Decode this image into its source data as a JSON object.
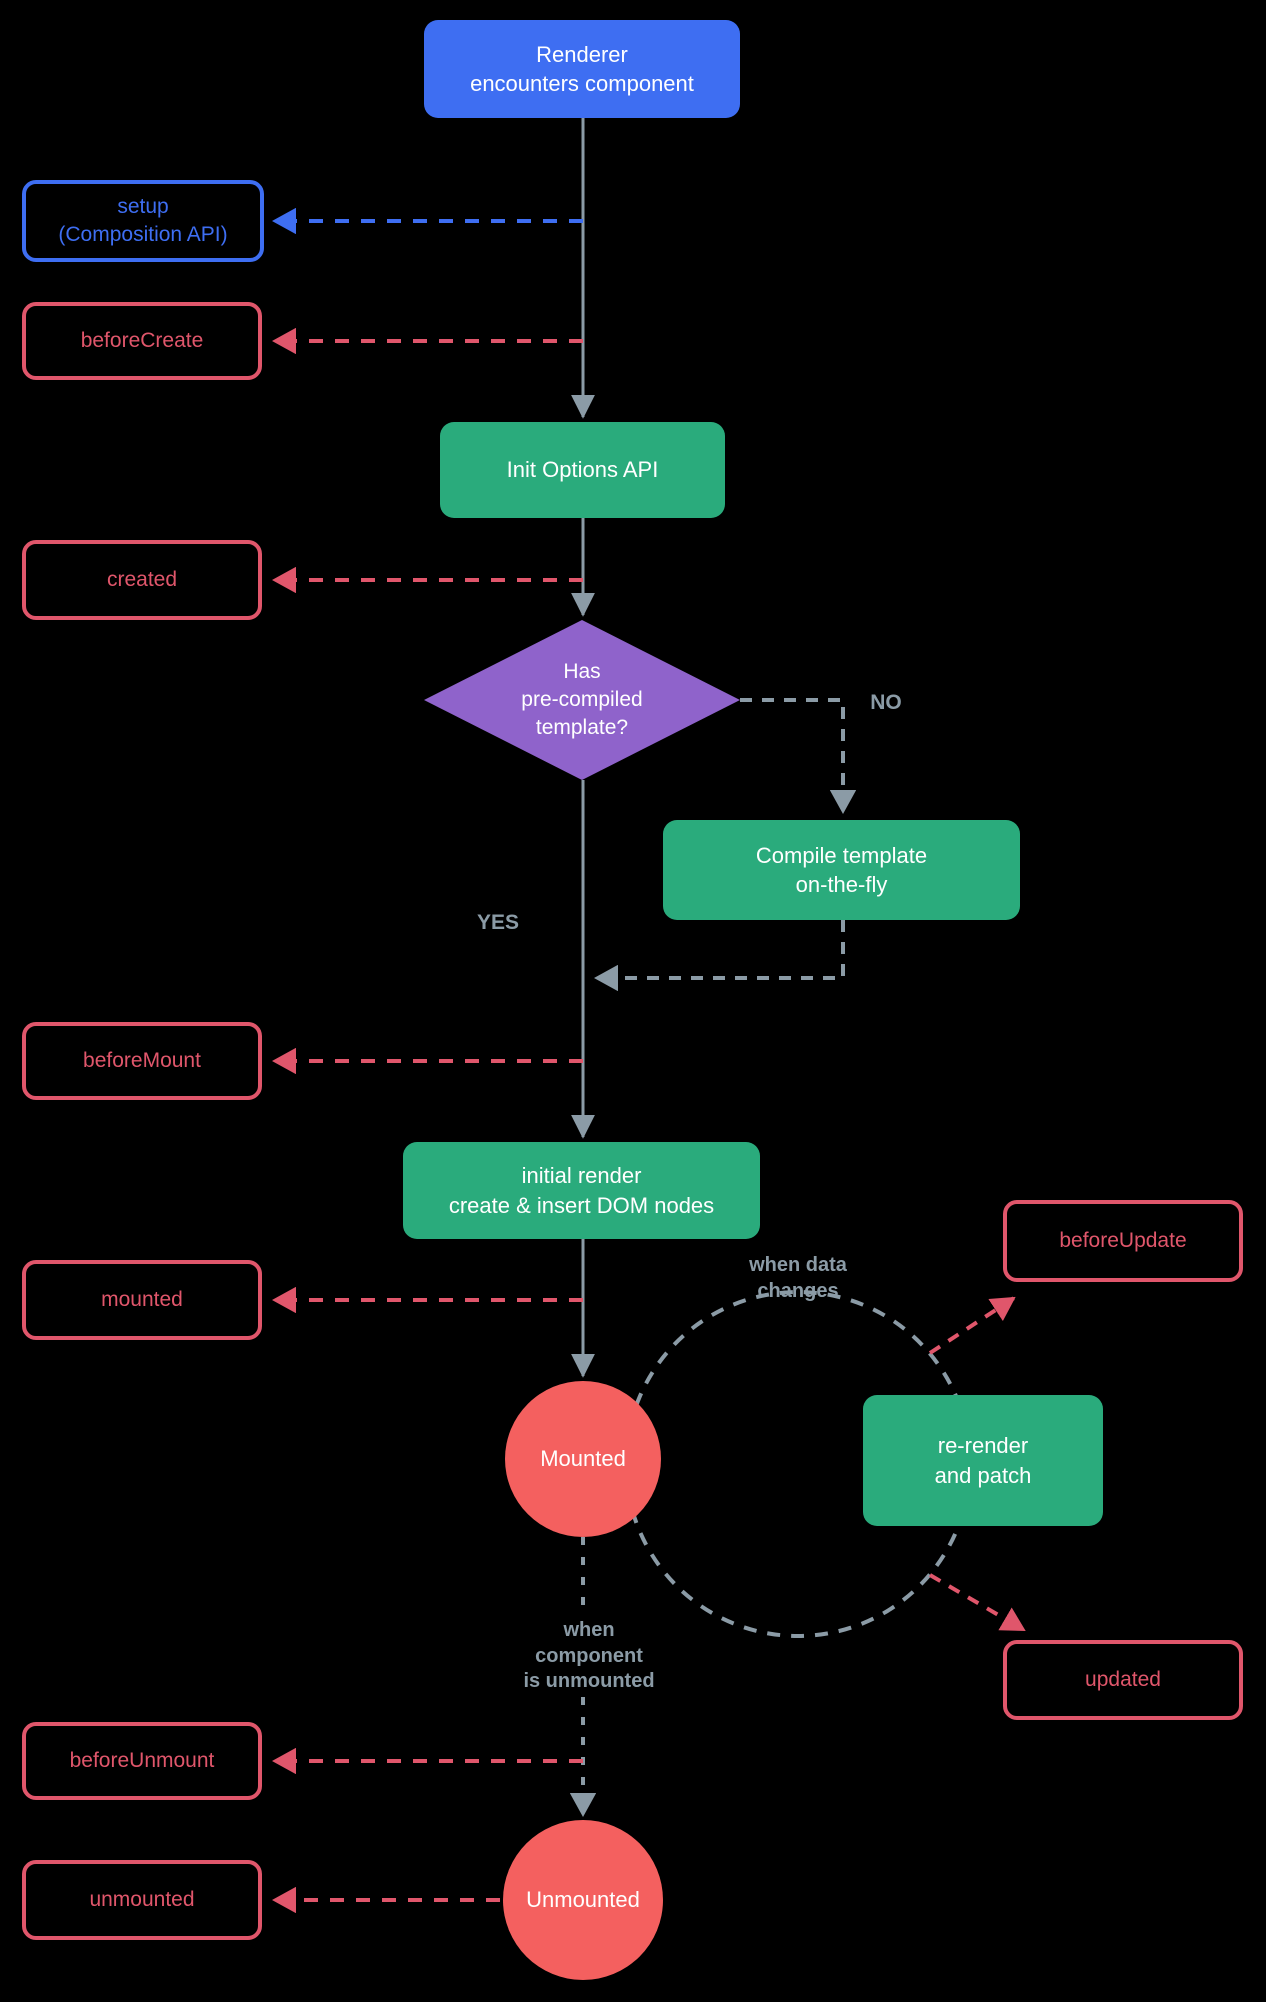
{
  "colors": {
    "background": "#000000",
    "blue": "#3E6EF2",
    "green": "#2AAB7C",
    "purple": "#8F63CB",
    "red_outline": "#E0566B",
    "red_fill": "#F4605F",
    "gray": "#8B9BA6",
    "text_on_fill": "#FFFFFF"
  },
  "nodes": {
    "renderer": {
      "lines": [
        "Renderer",
        "encounters component"
      ]
    },
    "setup": {
      "lines": [
        "setup",
        "(Composition API)"
      ]
    },
    "before_create": {
      "label": "beforeCreate"
    },
    "init_options": {
      "label": "Init Options API"
    },
    "created": {
      "label": "created"
    },
    "has_template": {
      "lines": [
        "Has",
        "pre-compiled",
        "template?"
      ]
    },
    "compile_template": {
      "lines": [
        "Compile template",
        "on-the-fly"
      ]
    },
    "before_mount": {
      "label": "beforeMount"
    },
    "initial_render": {
      "lines": [
        "initial render",
        "create & insert DOM nodes"
      ]
    },
    "mounted_hook": {
      "label": "mounted"
    },
    "mounted_state": {
      "label": "Mounted"
    },
    "re_render": {
      "lines": [
        "re-render",
        "and patch"
      ]
    },
    "before_update": {
      "label": "beforeUpdate"
    },
    "updated": {
      "label": "updated"
    },
    "before_unmount": {
      "label": "beforeUnmount"
    },
    "unmounted_hook": {
      "label": "unmounted"
    },
    "unmounted_state": {
      "label": "Unmounted"
    }
  },
  "edge_labels": {
    "no": "NO",
    "yes": "YES",
    "when_data_changes": {
      "lines": [
        "when data",
        "changes"
      ]
    },
    "when_component_unmounted": {
      "lines": [
        "when",
        "component",
        "is unmounted"
      ]
    }
  }
}
